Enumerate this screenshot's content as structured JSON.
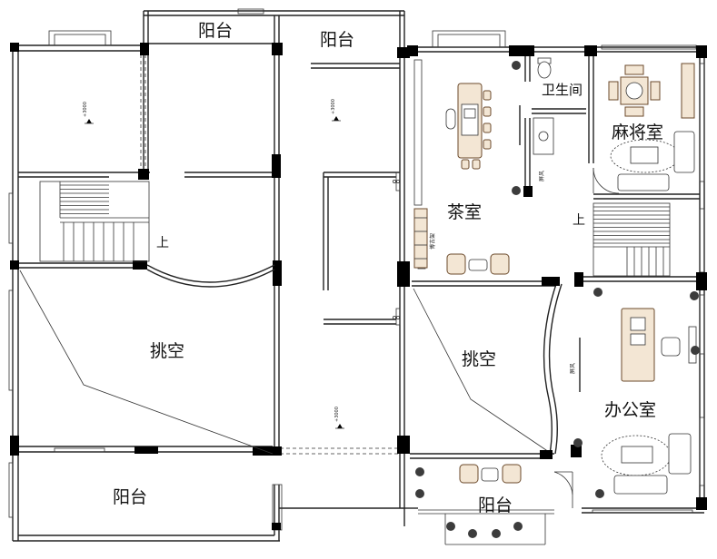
{
  "rooms": {
    "balcony_top_left": "阳台",
    "balcony_top_mid": "阳台",
    "void_left": "挑空",
    "balcony_bottom_left": "阳台",
    "tea_room": "茶室",
    "washroom": "卫生间",
    "mahjong_room": "麻将室",
    "void_right": "挑空",
    "office": "办公室",
    "balcony_bottom_right": "阳台"
  },
  "stairs": {
    "left_up": "上",
    "right_up": "上"
  },
  "elevations": {
    "left_room": "+3000",
    "mid_room": "+3000",
    "corridor": "+3000"
  },
  "small_text": {
    "screen_tea": "屏风",
    "screen_office": "屏风",
    "cabinet_tea": "博古架"
  },
  "colors": {
    "wall": "#222222",
    "column": "#000000",
    "wood": "#6b4a2b",
    "accent_blue": "#4a6fa5"
  }
}
